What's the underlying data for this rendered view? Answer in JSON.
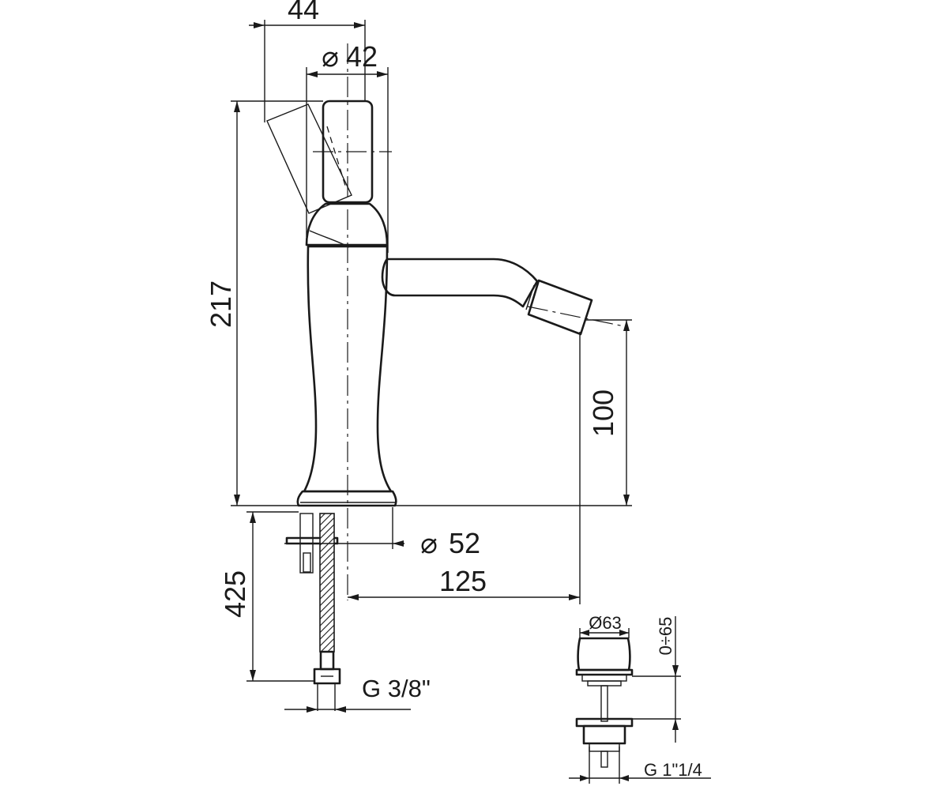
{
  "dimensions": {
    "top_width": "44",
    "handle_diameter": "42",
    "overall_height": "217",
    "spout_height": "100",
    "base_diameter": "52",
    "spout_reach": "125",
    "hose_length": "425",
    "hose_thread": "G 3/8\"",
    "waste_diameter": "Ø63",
    "waste_adjust": "0÷65",
    "waste_thread": "G 1\"1/4"
  },
  "symbols": {
    "diameter": "⌀"
  }
}
